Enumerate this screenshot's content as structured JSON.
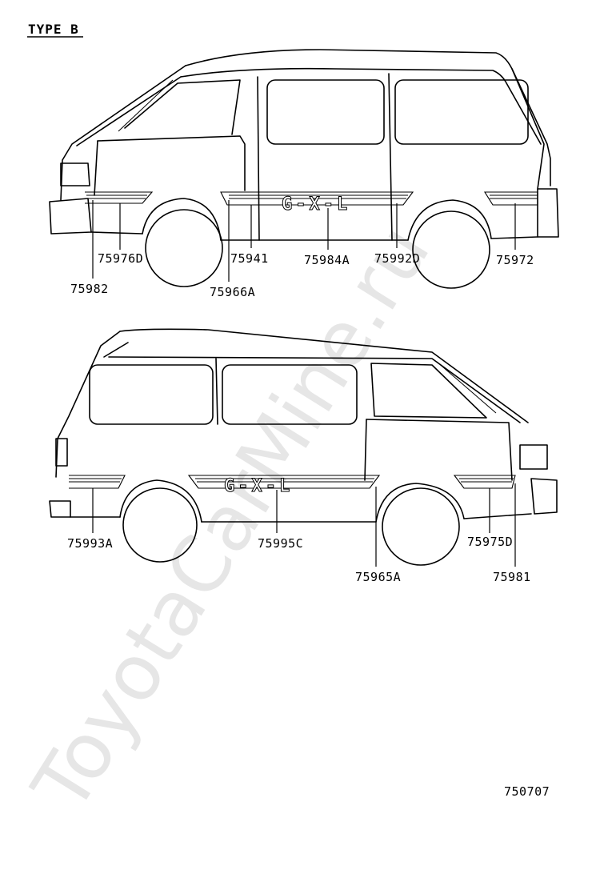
{
  "title": "TYPE B",
  "watermark": "ToyotaCarMine.ru",
  "figure_number": "750707",
  "emblem_text": "G-X-L",
  "callouts_upper": [
    "75976D",
    "75982",
    "75941",
    "75966A",
    "75984A",
    "75992D",
    "75972"
  ],
  "callouts_lower": [
    "75993A",
    "75995C",
    "75965A",
    "75975D",
    "75981"
  ]
}
